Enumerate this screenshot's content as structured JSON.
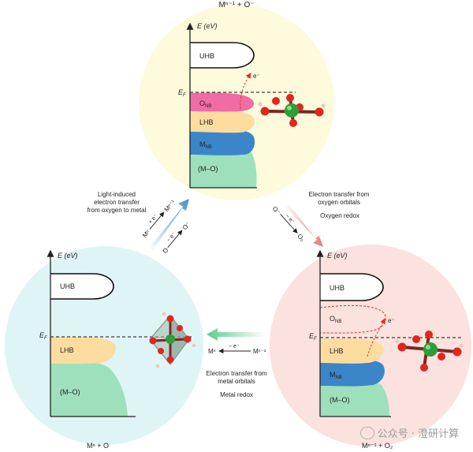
{
  "top_panel": {
    "title": "Mⁿ⁻¹ + O⁻",
    "energy_axis": "E (eV)",
    "fermi": "E",
    "fermi_sub": "F",
    "bands": {
      "uhb": "UHB",
      "onb": "O",
      "onb_sub": "NB",
      "lhb": "LHB",
      "mnb": "M",
      "mnb_sub": "NB",
      "mo": "(M–O)"
    },
    "electron": "e⁻"
  },
  "left_panel": {
    "caption": "Mⁿ + O",
    "energy_axis": "E (eV)",
    "fermi": "E",
    "fermi_sub": "F",
    "bands": {
      "uhb": "UHB",
      "lhb": "LHB",
      "mo": "(M–O)"
    }
  },
  "right_panel": {
    "caption": "Mⁿ⁻¹ + O₂",
    "energy_axis": "E (eV)",
    "fermi": "E",
    "fermi_sub": "F",
    "bands": {
      "uhb": "UHB",
      "onb": "O",
      "onb_sub": "NB",
      "lhb": "LHB",
      "mnb": "M",
      "mnb_sub": "NB",
      "mo": "(M–O)"
    },
    "electron": "e⁻"
  },
  "left_transfer": {
    "label_lines": [
      "Light-induced",
      "electron transfer",
      "from oxygen to metal"
    ],
    "metal_from": "Mⁿ",
    "metal_op": "+ e⁻",
    "metal_to": "Mⁿ⁻¹",
    "oxy_from": "O",
    "oxy_op": "− e⁻",
    "oxy_to": "O⁻"
  },
  "right_transfer": {
    "label_lines": [
      "Electron transfer from",
      "oxygen orbitals"
    ],
    "sub_label": "Oxygen redox",
    "from": "O⁻",
    "op": "− e⁻",
    "to": "O₂"
  },
  "bottom_transfer": {
    "to": "Mⁿ",
    "op": "− e⁻",
    "from": "Mⁿ⁻¹",
    "label_lines": [
      "Electron transfer from",
      "metal orbitals"
    ],
    "sub_label": "Metal redox"
  },
  "watermark": {
    "text": "公众号 · 澄研计算"
  },
  "colors": {
    "top_bg": "#fdfbdc",
    "left_bg": "#dff5f5",
    "right_bg": "#fbe2de",
    "uhb": "#ffffff",
    "onb": "#f06ca5",
    "lhb": "#fddca0",
    "mnb": "#3a86c8",
    "mo": "#9ee0bc",
    "metal_atom": "#2e9e3a",
    "oxygen_atom": "#e0261f"
  }
}
